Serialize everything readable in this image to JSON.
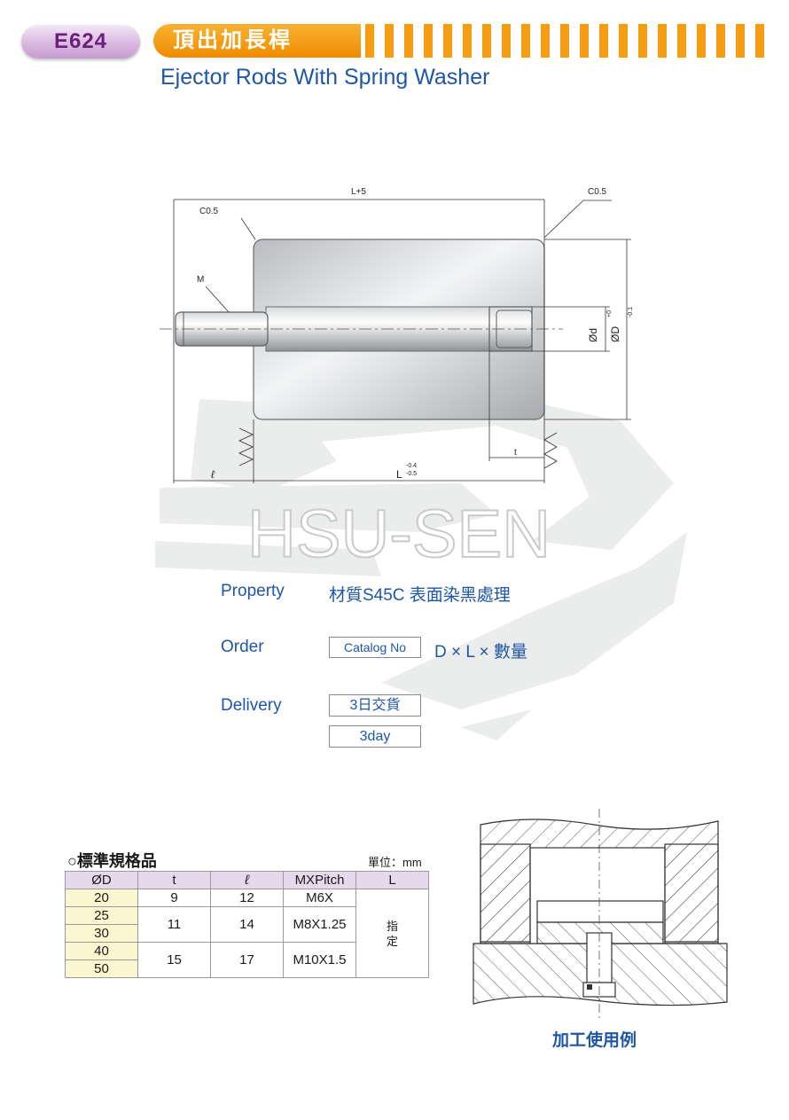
{
  "header": {
    "code": "E624",
    "title_cn": "頂出加長桿",
    "title_en": "Ejector Rods With Spring Washer"
  },
  "drawing": {
    "l_total": "L+5",
    "chamfer": "C0.5",
    "m": "M",
    "phi_d": "Ød",
    "phi_d_tol": "+0",
    "phi_D": "ØD",
    "phi_D_tol": "-0.1",
    "t": "t",
    "ell": "ℓ",
    "L": "L",
    "L_tol_upper": "-0.4",
    "L_tol_lower": "-0.5"
  },
  "watermark": "HSU-SEN",
  "info": {
    "property_label": "Property",
    "property_value": "材質S45C  表面染黑處理",
    "order_label": "Order",
    "order_box": "Catalog No",
    "order_value": "D  ×  L ×  數量",
    "delivery_label": "Delivery",
    "delivery_box_cn": "3日交貨",
    "delivery_box_en": "3day"
  },
  "spec_table": {
    "title": "○標準規格品",
    "unit": "單位：mm",
    "headers": [
      "ØD",
      "t",
      "ℓ",
      "MXPitch",
      "L"
    ],
    "d_values": [
      "20",
      "25",
      "30",
      "40",
      "50"
    ],
    "t_values": [
      "9",
      "11",
      "15"
    ],
    "ell_values": [
      "12",
      "14",
      "17"
    ],
    "pitch_values": [
      "M6X",
      "M8X1.25",
      "M10X1.5"
    ],
    "l_value_line1": "指",
    "l_value_line2": "定"
  },
  "usage_caption": "加工使用例",
  "colors": {
    "accent_blue": "#1f56a5",
    "orange": "#f49c12",
    "purple": "#6b1f7a",
    "header_cell": "#e6d9ec",
    "d_cell": "#fbf6cf"
  }
}
